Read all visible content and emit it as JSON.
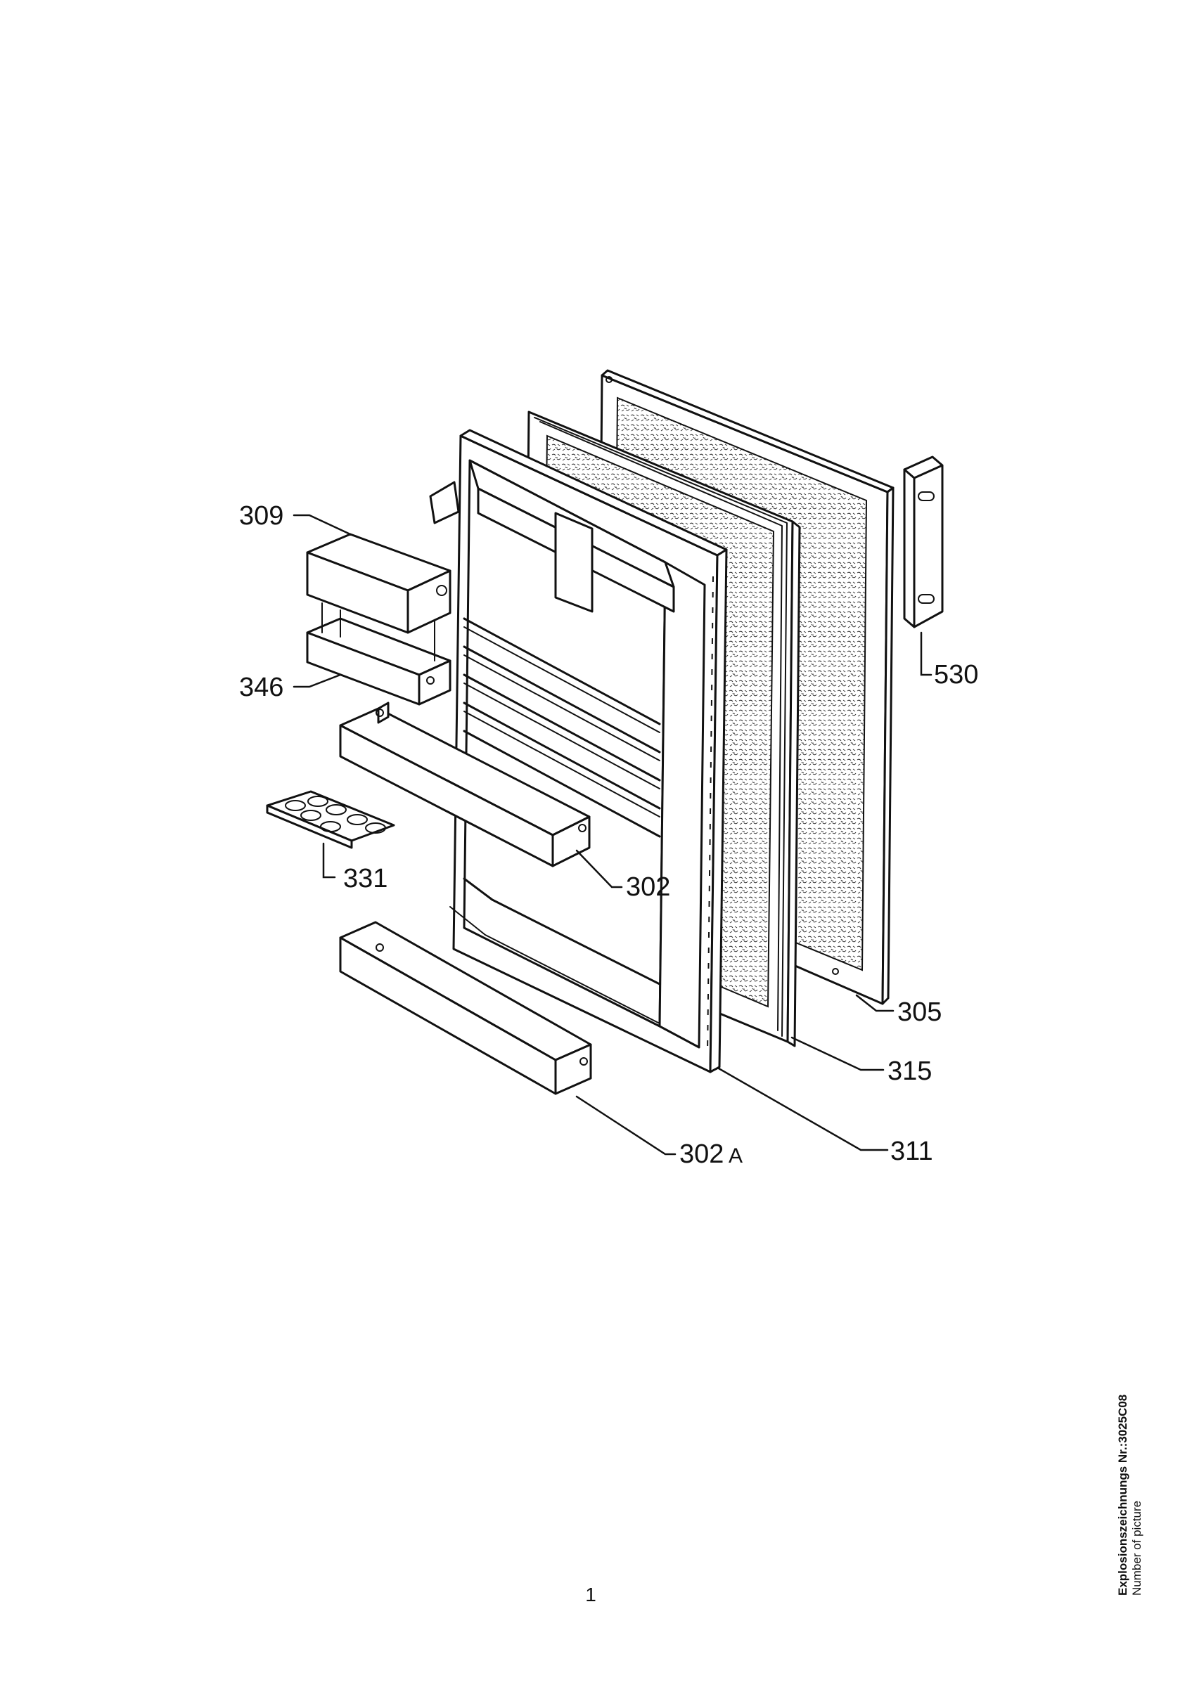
{
  "labels": {
    "p309": "309",
    "p346": "346",
    "p331": "331",
    "p302": "302",
    "p302a": "302",
    "p302a_suffix": "A",
    "p530": "530",
    "p305": "305",
    "p315": "315",
    "p311": "311"
  },
  "page_number": "1",
  "caption": {
    "title": "Explosionszeichnungs Nr.:3025C08",
    "subtitle": "Number of picture"
  }
}
